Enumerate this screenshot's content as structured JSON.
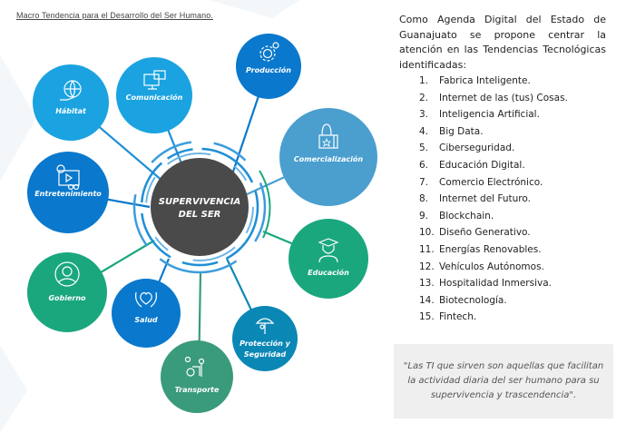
{
  "caption": "Macro Tendencia para el Desarrollo del Ser Humano.",
  "diagram": {
    "center": {
      "line1": "SUPERVIVENCIA",
      "line2": "DEL SER",
      "color": "#4a4a4a"
    },
    "nodes": [
      {
        "id": "habitat",
        "label": "Hábitat",
        "icon": "globe-hand-icon",
        "color": "#1aa3e0"
      },
      {
        "id": "comunicacion",
        "label": "Comunicación",
        "icon": "monitor-chat-icon",
        "color": "#1aa3e0"
      },
      {
        "id": "produccion",
        "label": "Producción",
        "icon": "gear-icon",
        "color": "#0a78cc"
      },
      {
        "id": "comercializacion",
        "label": "Comercialización",
        "icon": "shopping-bag-icon",
        "color": "#4a9fcf"
      },
      {
        "id": "entretenimiento",
        "label": "Entretenimiento",
        "icon": "video-player-icon",
        "color": "#0a78cc"
      },
      {
        "id": "educacion",
        "label": "Educación",
        "icon": "graduate-icon",
        "color": "#1aa77e"
      },
      {
        "id": "gobierno",
        "label": "Gobierno",
        "icon": "official-icon",
        "color": "#1aa77e"
      },
      {
        "id": "salud",
        "label": "Salud",
        "icon": "heart-hands-icon",
        "color": "#0a78cc"
      },
      {
        "id": "proteccion",
        "label_line1": "Protección y",
        "label_line2": "Seguridad",
        "icon": "umbrella-person-icon",
        "color": "#0b87b6"
      },
      {
        "id": "transporte",
        "label": "Transporte",
        "icon": "bicycle-person-icon",
        "color": "#3a9a7c"
      }
    ]
  },
  "intro": "Como Agenda Digital del Estado de Guanajuato se propone centrar la atención en las Tendencias Tecnológicas identificadas:",
  "trends": [
    {
      "num": "1.",
      "text": "Fabrica Inteligente."
    },
    {
      "num": "2.",
      "text": "Internet de las (tus) Cosas."
    },
    {
      "num": "3.",
      "text": "Inteligencia Artificial."
    },
    {
      "num": "4.",
      "text": "Big Data."
    },
    {
      "num": "5.",
      "text": "Ciberseguridad."
    },
    {
      "num": "6.",
      "text": "Educación Digital."
    },
    {
      "num": "7.",
      "text": "Comercio Electrónico."
    },
    {
      "num": "8.",
      "text": "Internet del Futuro."
    },
    {
      "num": "9.",
      "text": "Blockchain."
    },
    {
      "num": "10.",
      "text": "Diseño Generativo."
    },
    {
      "num": "11.",
      "text": "Energías Renovables."
    },
    {
      "num": "12.",
      "text": "Vehículos Autónomos."
    },
    {
      "num": "13.",
      "text": "Hospitalidad Inmersiva."
    },
    {
      "num": "14.",
      "text": "Biotecnología."
    },
    {
      "num": "15.",
      "text": "Fintech."
    }
  ],
  "quote": "\"Las TI que sirven son aquellas que facilitan la actividad diaria del ser humano para su supervivencia y trascendencia\"."
}
